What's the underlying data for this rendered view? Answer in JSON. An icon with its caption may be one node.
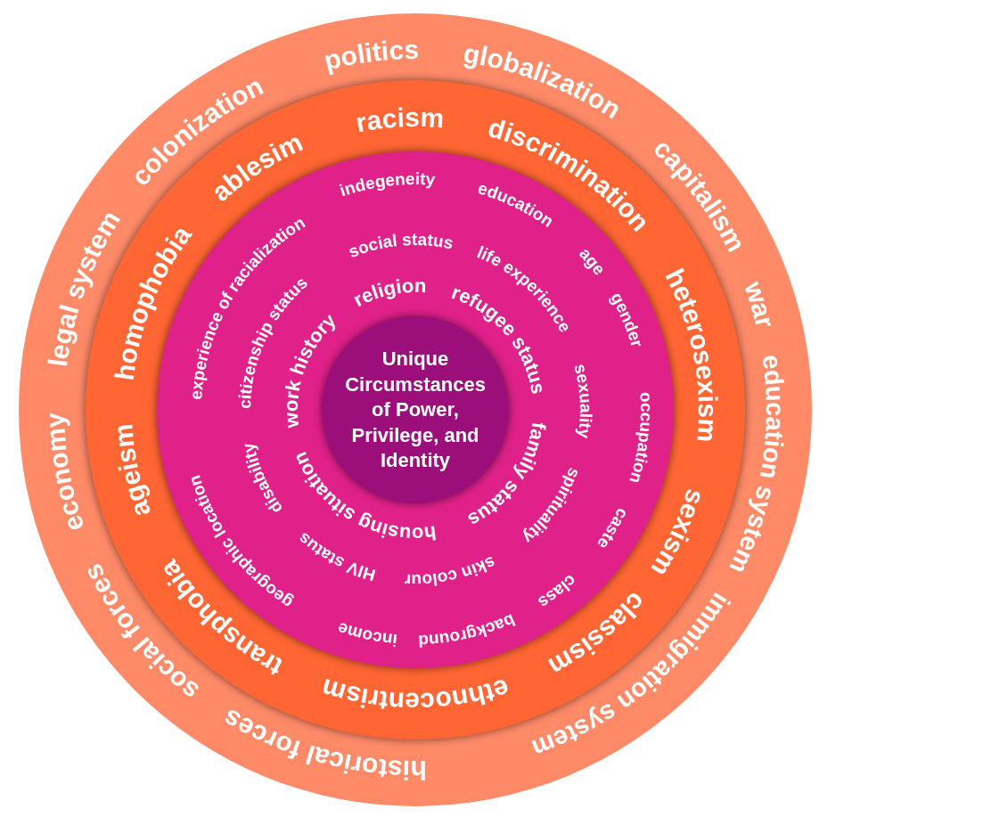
{
  "diagram": {
    "nodes": [
      {
        "text": [],
        "shape": "circle"
      },
      {
        "text": [],
        "shape": "circle",
        "in": 0
      },
      {
        "text": [],
        "shape": "circle",
        "in": 1
      },
      {
        "text": [
          "Unique Circumstances of Power, Privilege, and Identity"
        ],
        "in": 2
      }
    ],
    "labels": [
      "politics",
      "globalization",
      "capitalism",
      "war",
      "education system",
      "immigration system",
      "historical forces",
      "social forces",
      "economy",
      "legal system",
      "colonization",
      "racism",
      "discrimination",
      "heterosexism",
      "sexism",
      "classism",
      "ethnocentrism",
      "transphobia",
      "ageism",
      "homophobia",
      "ablesim",
      "indegeneity",
      "education",
      "age",
      "gender",
      "occupation",
      "caste",
      "class",
      "background",
      "income",
      "geographic location",
      "experience of racialization",
      "social status",
      "life experience",
      "sexuality",
      "spirituality",
      "skin colour",
      "HIV status",
      "disability",
      "citizenship status",
      "religion",
      "refugee status",
      "family status",
      "housing situation",
      "work history"
    ]
  }
}
